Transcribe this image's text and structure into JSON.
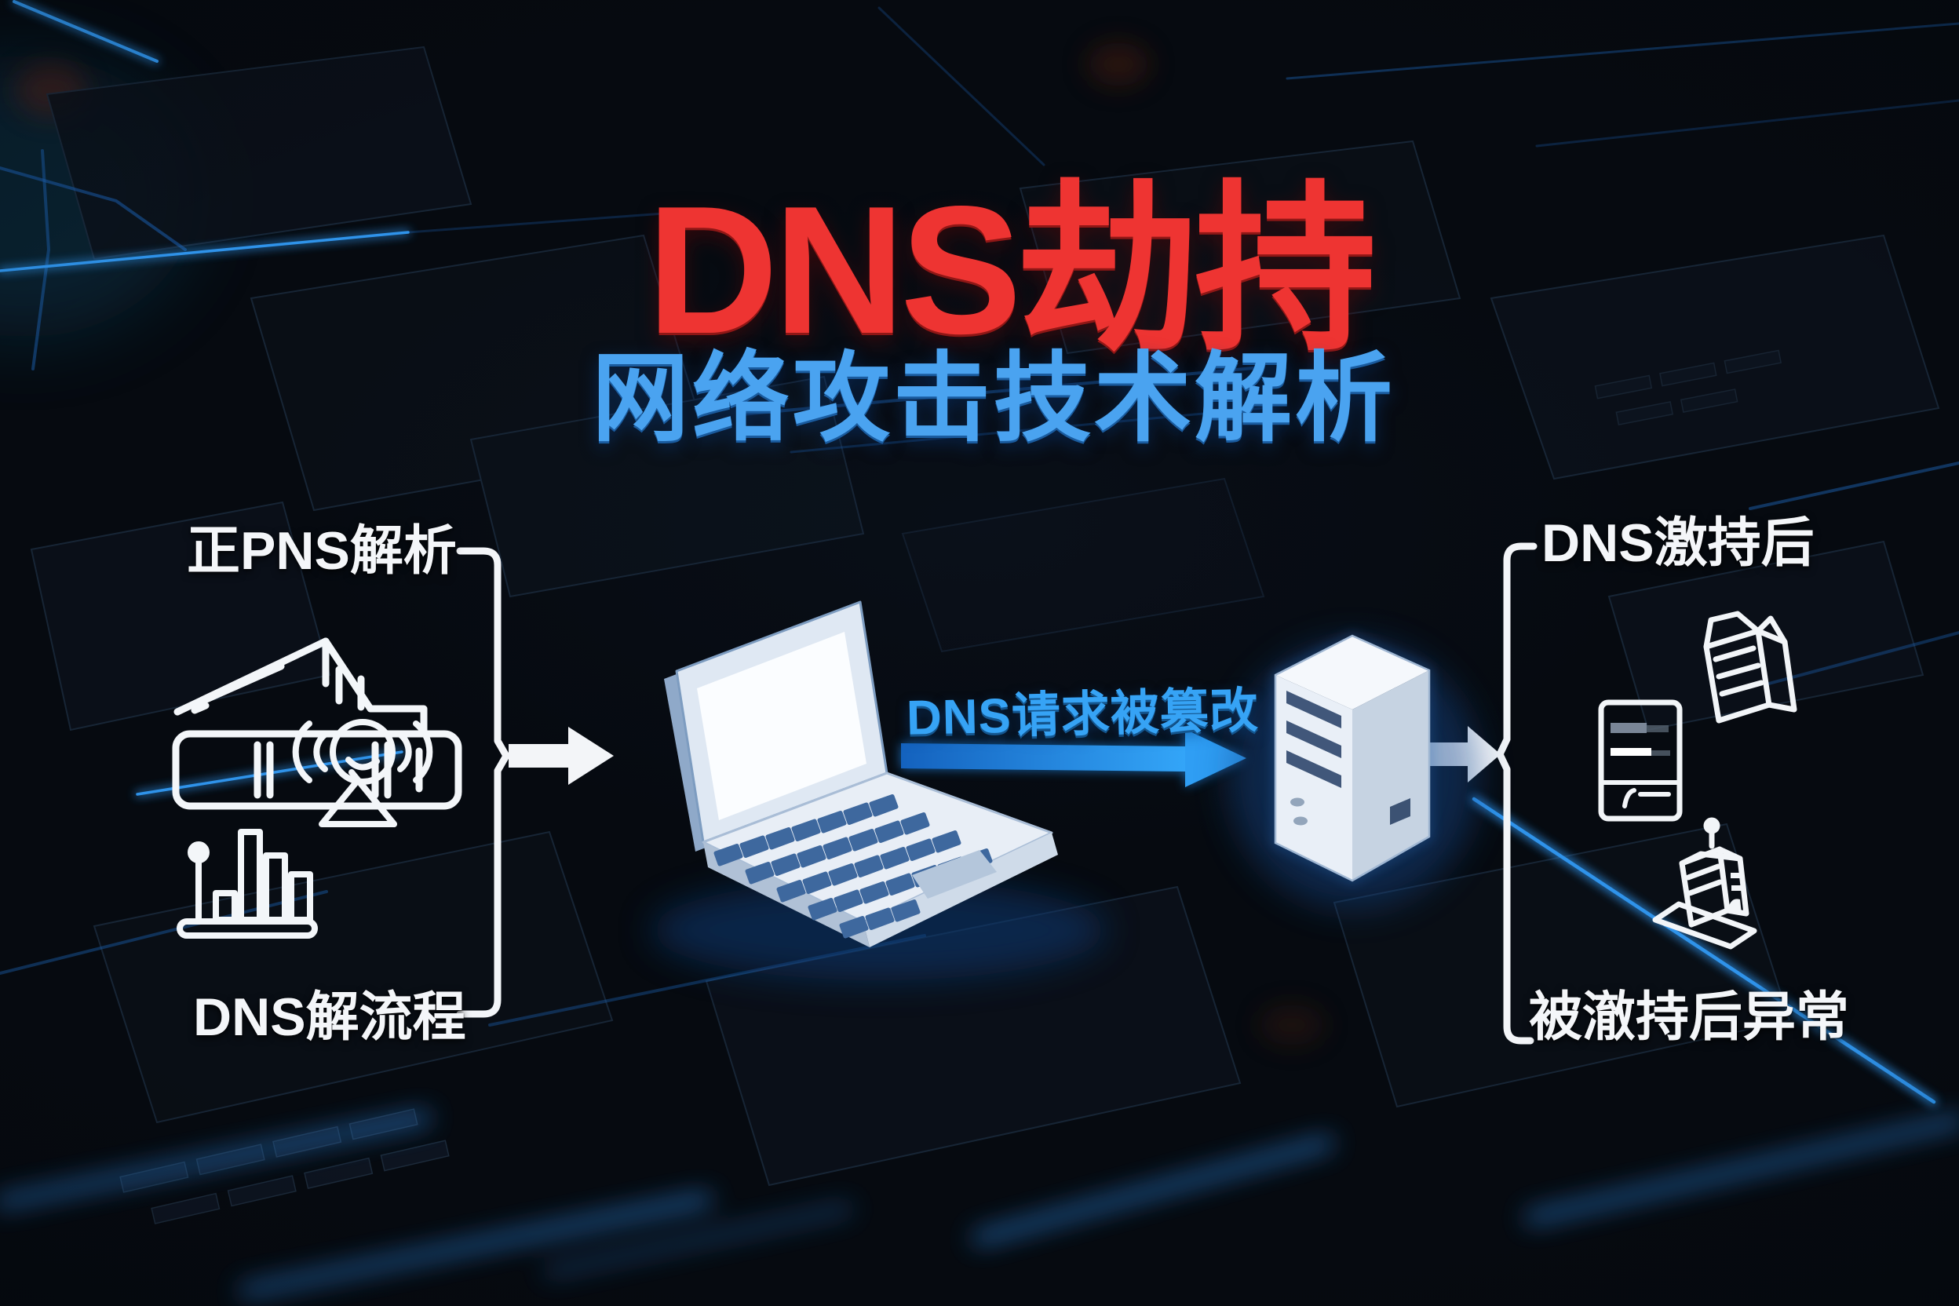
{
  "page": {
    "kind": "infographic-poster",
    "language": "zh",
    "topic": "DNS hijacking network attack diagram"
  },
  "header": {
    "title": "DNS劫持",
    "subtitle": "网络攻击技术解析",
    "title_color": "#ee3432",
    "subtitle_color": "#4aa3f0"
  },
  "left_panel": {
    "top_label": "正PNS解析",
    "bottom_label": "DNS解流程",
    "icons": [
      {
        "name": "books-stack-icon"
      },
      {
        "name": "broadcast-antenna-icon"
      },
      {
        "name": "bar-chart-icon"
      }
    ]
  },
  "center_flow": {
    "request_label": "DNS请求被篡改",
    "arrow_color": "#2a9af2",
    "devices": [
      {
        "name": "laptop-illustration"
      },
      {
        "name": "server-tower-illustration"
      }
    ]
  },
  "right_panel": {
    "top_label": "DNS激持后",
    "bottom_label": "被澈持后异常",
    "icons": [
      {
        "name": "open-box-icon"
      },
      {
        "name": "server-panel-icon"
      },
      {
        "name": "smart-device-icon"
      }
    ]
  },
  "colors": {
    "background": "#060a10",
    "trace_blue": "#2f93ea",
    "label_white": "#f4f6f9"
  }
}
